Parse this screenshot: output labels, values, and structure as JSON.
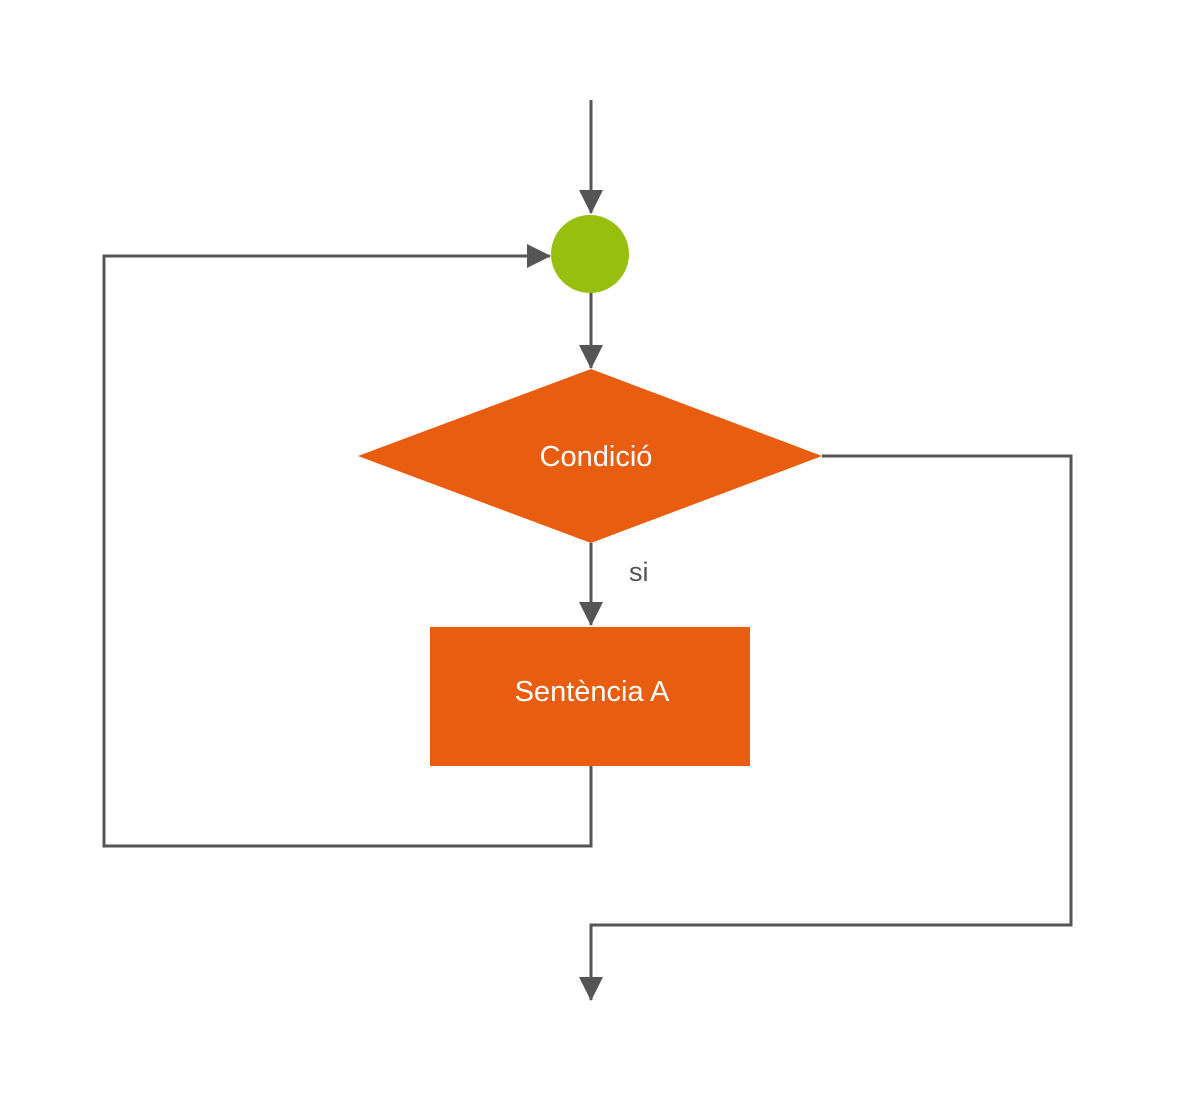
{
  "colors": {
    "connector": "#555555",
    "node_fill": "#E85D0F",
    "junction_fill": "#97BF0D",
    "node_text": "#ffffff",
    "edge_label_text": "#555555"
  },
  "nodes": {
    "junction": {
      "shape": "circle"
    },
    "condition": {
      "shape": "diamond",
      "label": "Condició"
    },
    "statement": {
      "shape": "rectangle",
      "label": "Sentència A"
    }
  },
  "edges": {
    "entry": {
      "from": "",
      "to": "junction"
    },
    "junction_to_condition": {
      "from": "junction",
      "to": "condition"
    },
    "condition_to_statement": {
      "from": "condition",
      "to": "statement",
      "label": "si"
    },
    "statement_loop_back": {
      "from": "statement",
      "to": "junction"
    },
    "condition_exit": {
      "from": "condition",
      "to": ""
    }
  }
}
